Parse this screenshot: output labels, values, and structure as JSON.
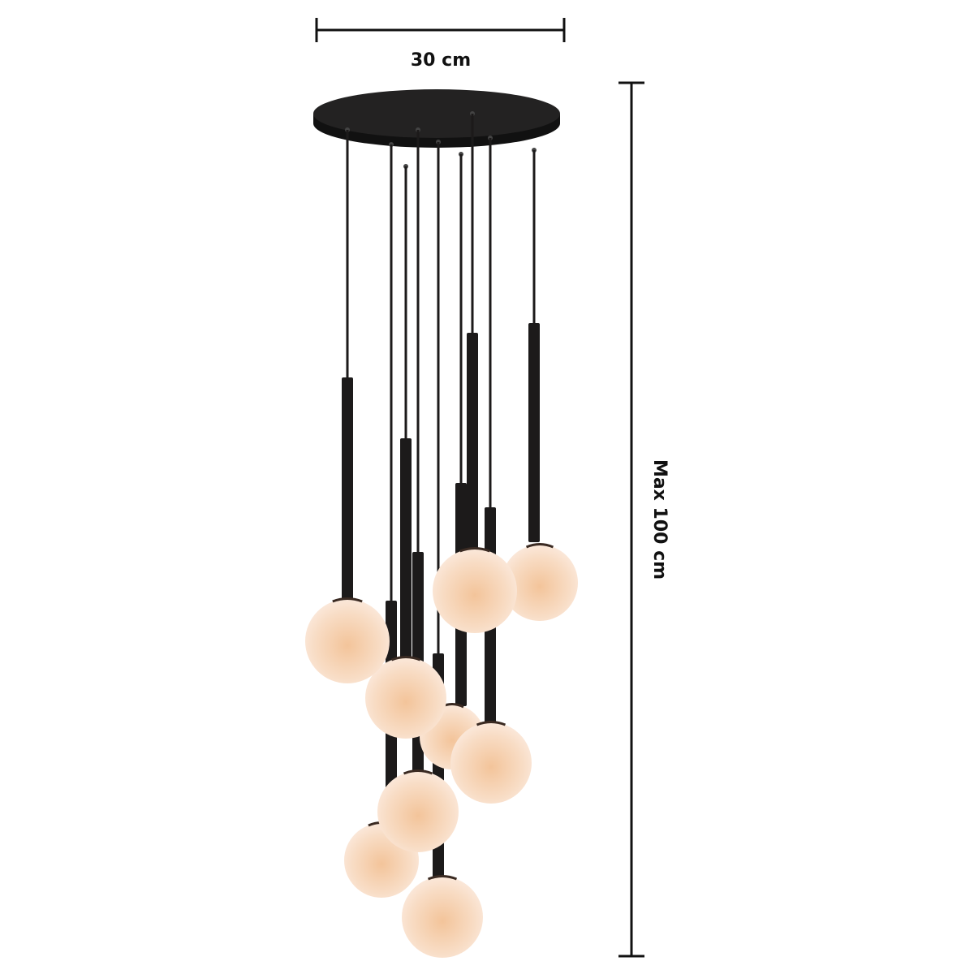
{
  "dimensions": {
    "width_label": "30 cm",
    "height_label": "Max 100 cm"
  },
  "product": {
    "pendant_count": 9,
    "colors": {
      "metal": "#1c1a1a",
      "globe_center": "#f3c49a",
      "globe_edge": "#fcebdd",
      "dimension_line": "#111111"
    }
  }
}
